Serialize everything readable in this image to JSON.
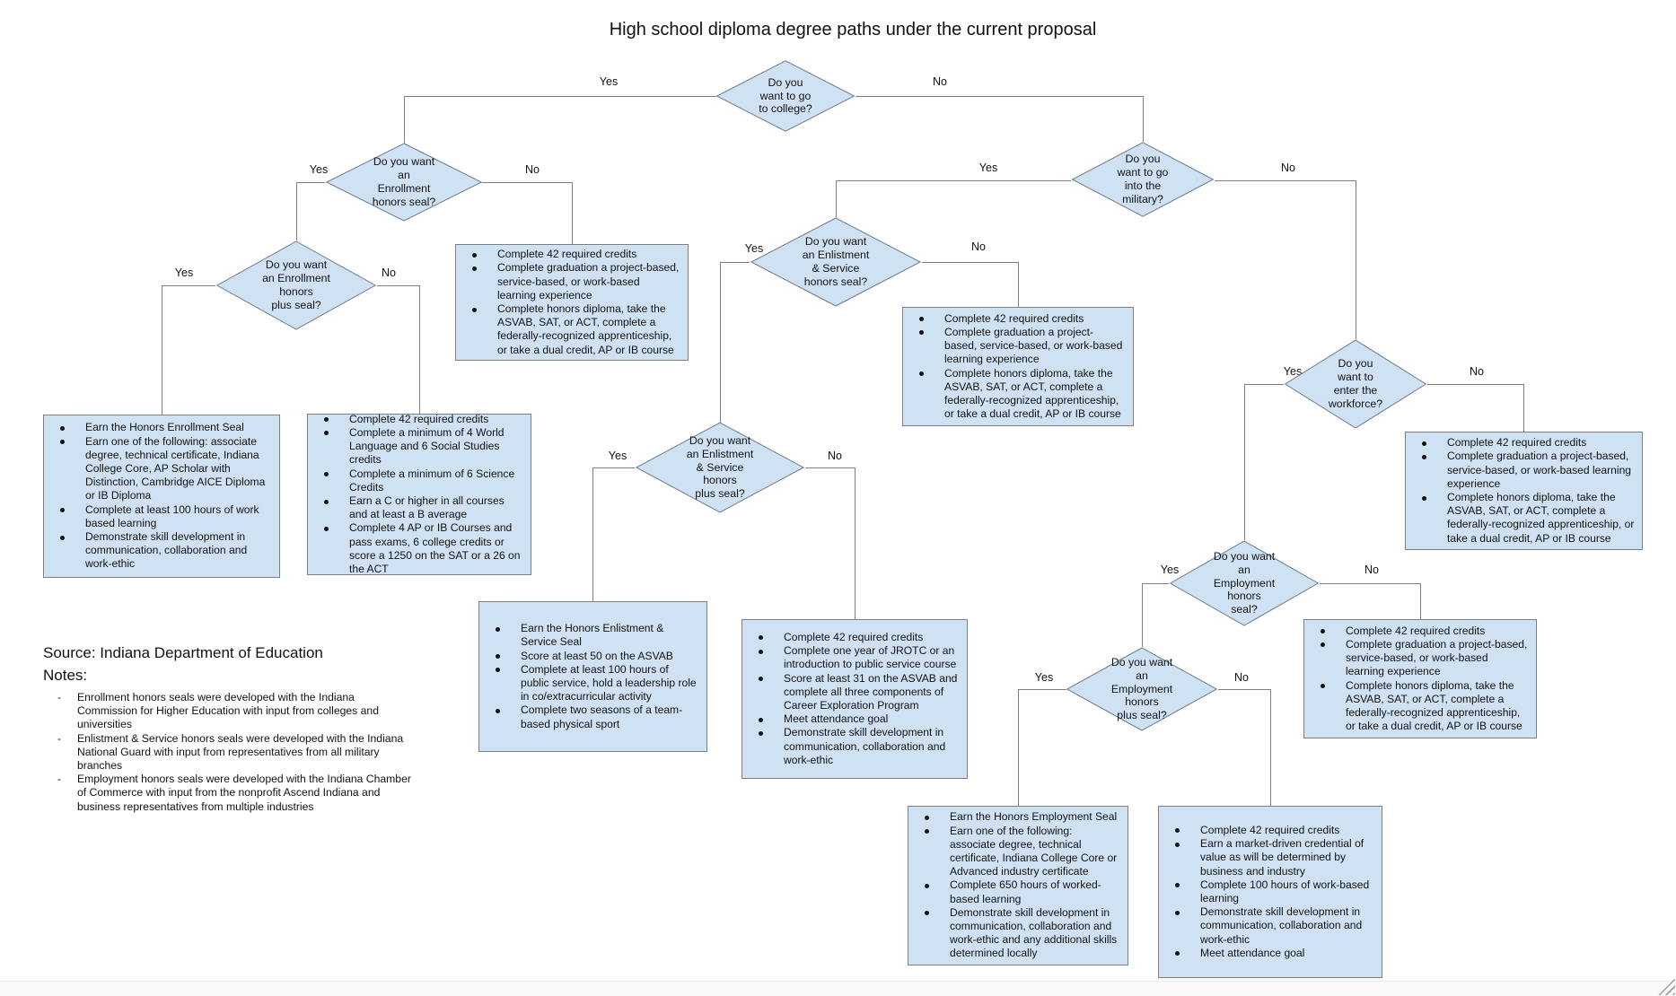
{
  "title": "High school diploma degree paths under the current proposal",
  "labels": {
    "yes": "Yes",
    "no": "No"
  },
  "colors": {
    "node_fill": "#cfe2f3",
    "node_border": "#6e7b87",
    "line": "#7f7f7f"
  },
  "diamonds": {
    "college": "Do you\nwant to go\nto college?",
    "enrollment_seal": "Do you want\nan\nEnrollment\nhonors seal?",
    "enrollment_plus": "Do you want\nan Enrollment\nhonors\nplus seal?",
    "military": "Do you\nwant to go\ninto the\nmilitary?",
    "enlistment_seal": "Do you want\nan Enlistment\n& Service\nhonors seal?",
    "enlistment_plus": "Do you want\nan Enlistment\n& Service\nhonors\nplus seal?",
    "workforce": "Do you\nwant to\nenter the\nworkforce?",
    "employment_seal": "Do you want\nan\nEmployment\nhonors\nseal?",
    "employment_plus": "Do you want\nan\nEmployment\nhonors\nplus seal?"
  },
  "boxes": {
    "enrollment_no": {
      "items": [
        "Complete 42 required credits",
        "Complete graduation a project-based, service-based, or work-based learning experience",
        "Complete honors diploma, take the ASVAB, SAT, or ACT, complete a federally-recognized apprenticeship, or take a dual credit, AP or IB course"
      ]
    },
    "enrollment_plus_yes": {
      "items": [
        "Earn the Honors Enrollment Seal",
        "Earn one of the following: associate degree, technical certificate, Indiana College Core, AP Scholar with Distinction, Cambridge AICE Diploma or IB Diploma",
        "Complete at least 100 hours of work based learning",
        "Demonstrate skill development in communication, collaboration  and work-ethic"
      ]
    },
    "enrollment_plus_no": {
      "items": [
        "Complete 42 required credits",
        "Complete a minimum of 4 World Language and 6 Social Studies credits",
        "Complete a minimum of 6 Science Credits",
        "Earn a C or higher in all courses and at least a B average",
        "Complete 4 AP or IB Courses and pass exams, 6 college credits or score a 1250 on the SAT or a 26 on the ACT"
      ]
    },
    "enlistment_no": {
      "items": [
        "Complete 42 required credits",
        "Complete graduation a project-based, service-based, or work-based learning experience",
        "Complete honors diploma, take the ASVAB, SAT, or ACT, complete a federally-recognized apprenticeship, or take a dual credit, AP or IB course"
      ]
    },
    "enlistment_plus_yes": {
      "items": [
        "Earn the Honors Enlistment & Service Seal",
        "Score at least 50 on the ASVAB",
        "Complete at least 100 hours of public service, hold a leadership role in co/extracurricular activity",
        "Complete two seasons of a team-based physical sport"
      ]
    },
    "enlistment_plus_no": {
      "items": [
        "Complete 42 required credits",
        "Complete one year of JROTC or an introduction to public service course",
        "Score at least 31 on the ASVAB and complete all three components of Career Exploration Program",
        "Meet attendance goal",
        "Demonstrate skill development in communication, collaboration  and work-ethic"
      ]
    },
    "workforce_no": {
      "items": [
        "Complete 42 required credits",
        "Complete graduation a project-based, service-based, or work-based learning experience",
        "Complete honors diploma, take the ASVAB, SAT, or ACT, complete a federally-recognized apprenticeship, or take a dual credit, AP or IB course"
      ]
    },
    "employment_no": {
      "items": [
        "Complete 42 required credits",
        "Complete graduation a project-based, service-based, or work-based learning experience",
        "Complete honors diploma, take the ASVAB, SAT, or ACT, complete a federally-recognized apprenticeship, or take a dual credit, AP or IB course"
      ]
    },
    "employment_plus_yes": {
      "items": [
        "Earn the Honors Employment Seal",
        "Earn one of the following: associate degree, technical certificate, Indiana College Core or Advanced industry certificate",
        "Complete 650 hours of worked-based learning",
        "Demonstrate skill development in communication, collaboration  and work-ethic and any additional skills determined locally"
      ]
    },
    "employment_plus_no": {
      "items": [
        "Complete 42 required credits",
        "Earn a market-driven credential of value as will be determined by business and industry",
        "Complete 100 hours of work-based learning",
        "Demonstrate skill development in communication, collaboration  and work-ethic",
        "Meet attendance goal"
      ]
    }
  },
  "footer": {
    "source": "Source: Indiana Department of Education",
    "notes_title": "Notes:",
    "notes": [
      "Enrollment honors seals were developed with the Indiana Commission for Higher Education with input from colleges and universities",
      "Enlistment & Service honors seals were developed with the Indiana National Guard with input from representatives from all military branches",
      "Employment honors seals were developed with the Indiana Chamber of Commerce with input from the nonprofit Ascend Indiana and business representatives from multiple industries"
    ]
  }
}
